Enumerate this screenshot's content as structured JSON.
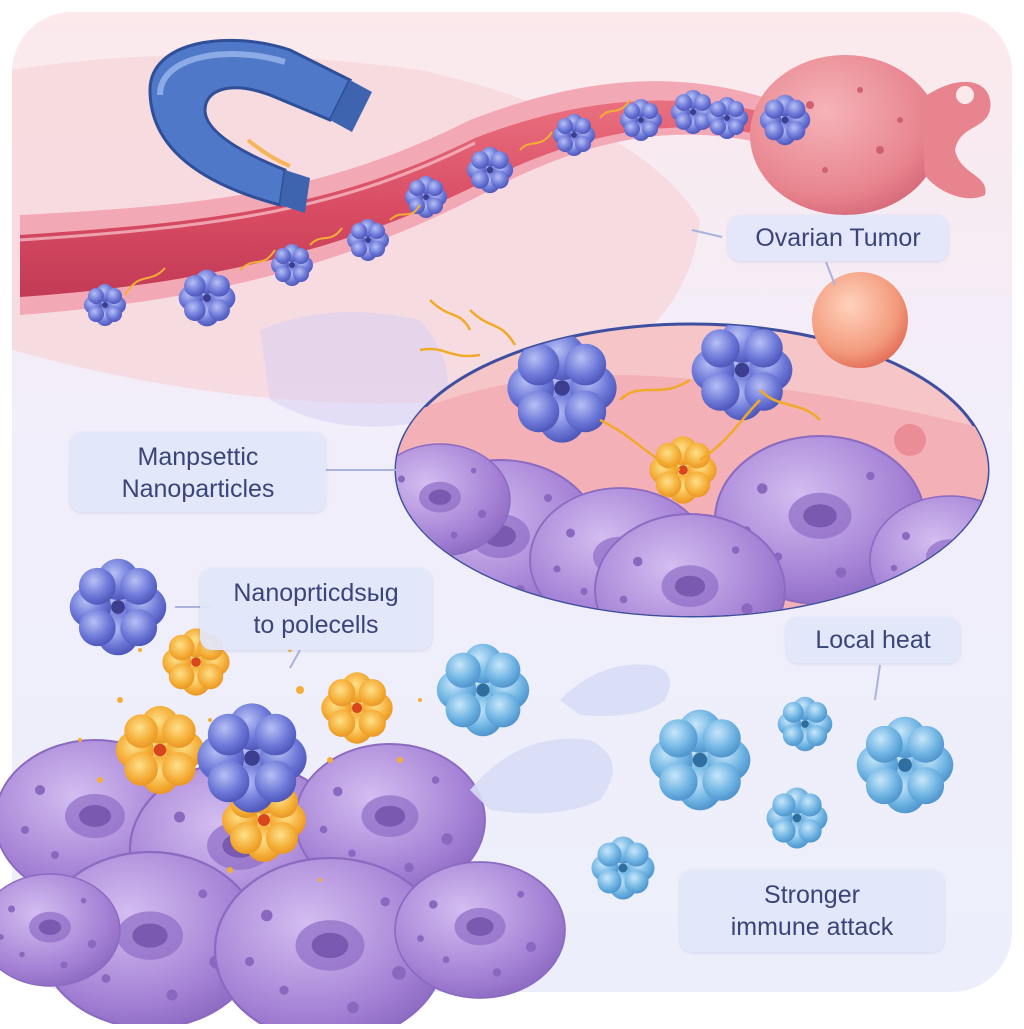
{
  "labels": {
    "ovarian_tumor": "Ovarian Tumor",
    "magnetic_nanoparticles": [
      "Manpsettic",
      "Nanoparticles"
    ],
    "nanoparticles_binding": [
      "Nanoprticdsыg",
      "to polecells"
    ],
    "local_heat": "Local heat",
    "immune_attack": [
      "Stronger",
      "immune attack"
    ]
  },
  "icons": {
    "magnet": "magnet-icon",
    "nanoparticle": "nanoparticle-icon",
    "tumor": "tumor-icon",
    "cell": "cancer-cell-icon",
    "heat": "heat-burst-icon"
  },
  "colors": {
    "background": "#eef0fb",
    "vessel": "#d94c63",
    "vessel_wall": "#f3a9b5",
    "tumor": "#e8848e",
    "magnet_blue": "#4f78c9",
    "nanoparticle_blue": "#6c78d8",
    "cancer_cell": "#a683d6",
    "heat_orange": "#f4ad36",
    "immune_cell": "#6fb4e3",
    "label_box": "#e2e6fa",
    "label_text": "#3a4479"
  }
}
